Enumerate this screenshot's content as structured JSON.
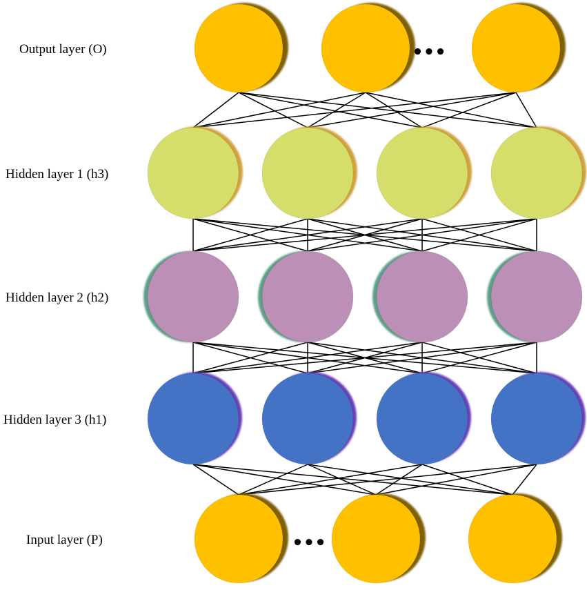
{
  "layers": [
    {
      "id": "output",
      "label": "Output layer (O)",
      "nodes": 3,
      "ellipsis": true,
      "fill": "#FFC000",
      "shade": "#7F6000"
    },
    {
      "id": "h3",
      "label": "Hidden layer 1 (h3)",
      "nodes": 4,
      "ellipsis": false,
      "fill": "#D6DE6B",
      "shade": "#D0A23E"
    },
    {
      "id": "h2",
      "label": "Hidden layer 2 (h2)",
      "nodes": 4,
      "ellipsis": false,
      "fill": "#BC8FB7",
      "shade": "#5C9E86"
    },
    {
      "id": "h1",
      "label": "Hidden layer 3 (h1)",
      "nodes": 4,
      "ellipsis": false,
      "fill": "#4472C4",
      "shade": "#6A3FB8"
    },
    {
      "id": "input",
      "label": "Input layer (P)",
      "nodes": 3,
      "ellipsis": true,
      "fill": "#FFC000",
      "shade": "#7F6000"
    }
  ],
  "ellipsis_text": "•••",
  "edge_color": "#000000"
}
